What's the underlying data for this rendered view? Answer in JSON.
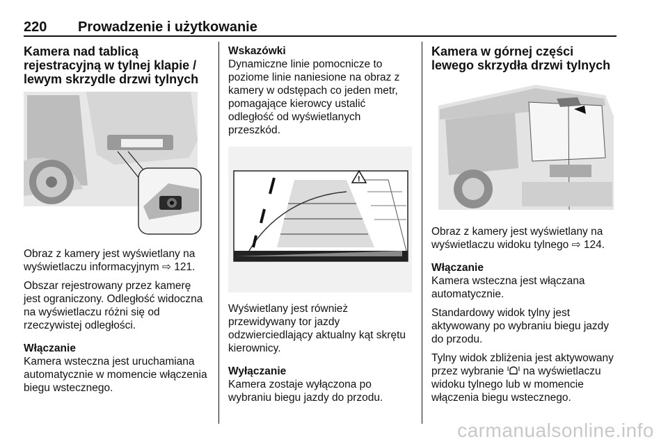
{
  "header": {
    "page_number": "220",
    "title": "Prowadzenie i użytkowanie"
  },
  "col1": {
    "heading": "Kamera nad tablicą rejestracyjną w tylnej klapie / lewym skrzydle drzwi tylnych",
    "para1": "Obraz z kamery jest wyświetlany na wyświetlaczu informacyjnym ⇨ 121.",
    "para2": "Obszar rejestrowany przez kamerę jest ograniczony. Odległość widoczna na wyświetlaczu różni się od rzeczywistej odległości.",
    "subheading": "Włączanie",
    "para3": "Kamera wsteczna jest uruchamiana automatycznie w momencie włączenia biegu wstecznego."
  },
  "col2": {
    "subheading1": "Wskazówki",
    "para1": "Dynamiczne linie pomocnicze to poziome linie naniesione na obraz z kamery w odstępach co jeden metr, pomagające kierowcy ustalić odległość od wyświetlanych przeszkód.",
    "para2": "Wyświetlany jest również przewidywany tor jazdy odzwierciedlający aktualny kąt skrętu kierownicy.",
    "subheading2": "Wyłączanie",
    "para3": "Kamera zostaje wyłączona po wybraniu biegu jazdy do przodu."
  },
  "col3": {
    "heading": "Kamera w górnej części lewego skrzydła drzwi tylnych",
    "para1": "Obraz z kamery jest wyświetlany na wyświetlaczu widoku tylnego ⇨ 124.",
    "subheading": "Włączanie",
    "para2": "Kamera wsteczna jest włączana automatycznie.",
    "para3": "Standardowy widok tylny jest aktywowany po wybraniu biegu jazdy do przodu.",
    "para4": "Tylny widok zbliżenia jest aktywowany przez wybranie ᑊᗝᑊ na wyświetlaczu widoku tylnego lub w momencie włączenia biegu wstecznego."
  },
  "watermark": "carmanualsonline.info"
}
